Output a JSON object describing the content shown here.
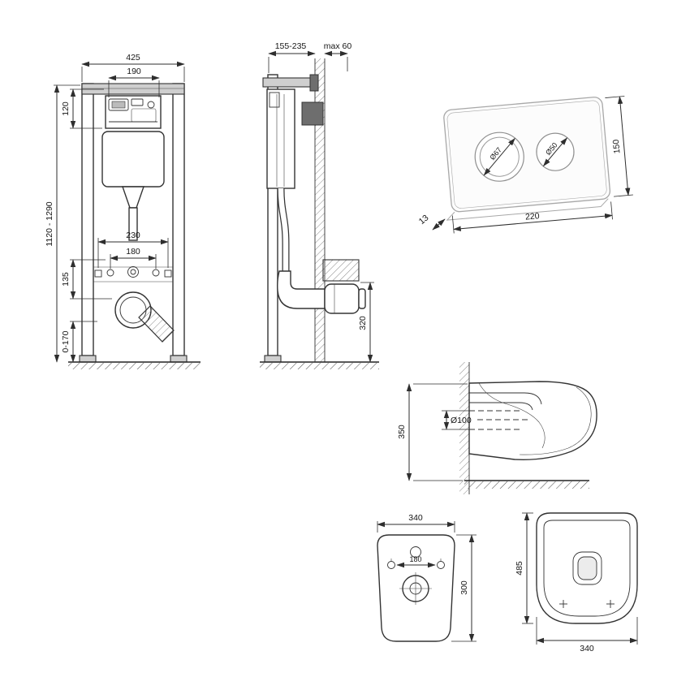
{
  "views": {
    "frame_front": {
      "width": "425",
      "cistern_width": "190",
      "top_height": "120",
      "height_range": "1120 - 1290",
      "fixing_spacing": "230",
      "bolt_spacing": "180",
      "mid_height": "135",
      "foot_adjust": "0-170"
    },
    "frame_side": {
      "depth_range": "155-235",
      "wall_max": "max 60",
      "outlet_height": "320"
    },
    "flush_plate": {
      "large_button": "Ø67",
      "small_button": "Ø50",
      "height": "150",
      "width": "220",
      "thickness": "13"
    },
    "bowl_side": {
      "height": "350",
      "outlet_diameter": "Ø100"
    },
    "bowl_rear": {
      "width": "340",
      "bolt_spacing": "180",
      "height": "300"
    },
    "bowl_top": {
      "depth": "485",
      "width": "340"
    }
  }
}
